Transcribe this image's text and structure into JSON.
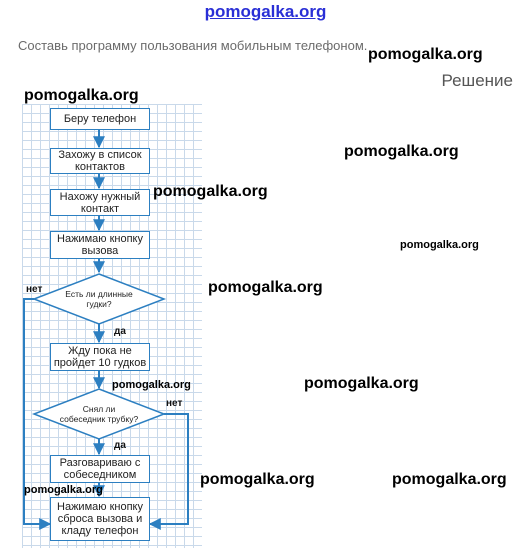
{
  "site": {
    "title": "pomogalka.org"
  },
  "task": {
    "text": "Составь программу пользования мобильным телефоном."
  },
  "solution_label": "Решение",
  "watermark": "pomogalka.org",
  "flowchart": {
    "steps": [
      "Беру телефон",
      "Захожу в список контактов",
      "Нахожу нужный контакт",
      "Нажимаю кнопку вызова",
      "Жду пока не пройдет 10 гудков",
      "Разговариваю с собеседником",
      "Нажимаю кнопку сброса вызова и кладу телефон"
    ],
    "decisions": [
      "Есть ли длинные гудки?",
      "Снял ли собеседник трубку?"
    ],
    "yes_label": "да",
    "no_label": "нет"
  },
  "colors": {
    "title": "#2a2fd6",
    "box_border": "#2c7fc1",
    "arrow": "#2c7fc1",
    "grid": "#c9d9ea"
  }
}
